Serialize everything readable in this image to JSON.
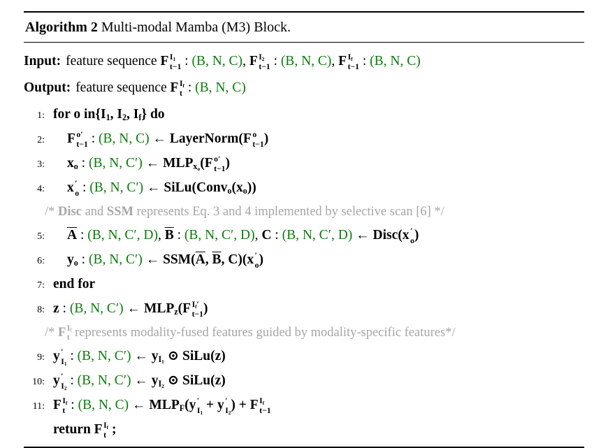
{
  "colors": {
    "green": "#0a7d0a",
    "gray": "#a6a6a6",
    "rule": "#000000"
  },
  "header": {
    "label": "Algorithm 2",
    "title": " Multi-modal Mamba (M3) Block."
  },
  "io": [
    {
      "kw": "Input:",
      "segments": [
        {
          "t": "feature sequence ",
          "c": "n"
        },
        {
          "base": "F",
          "up": "I_{1}",
          "down": "t−1",
          "c": "b"
        },
        {
          "t": " : ",
          "c": "n"
        },
        {
          "t": "(B, N, C)",
          "c": "g"
        },
        {
          "t": ", ",
          "c": "n"
        },
        {
          "base": "F",
          "up": "I_{2}",
          "down": "t−1",
          "c": "b"
        },
        {
          "t": " : ",
          "c": "n"
        },
        {
          "t": "(B, N, C)",
          "c": "g"
        },
        {
          "t": ", ",
          "c": "n"
        },
        {
          "base": "F",
          "up": "I_{f}",
          "down": "t−1",
          "c": "b"
        },
        {
          "t": " : ",
          "c": "n"
        },
        {
          "t": "(B, N, C)",
          "c": "g"
        }
      ]
    },
    {
      "kw": "Output:",
      "segments": [
        {
          "t": "feature sequence ",
          "c": "n"
        },
        {
          "base": "F",
          "up": "I_{f}",
          "down": "t",
          "c": "b"
        },
        {
          "t": " : ",
          "c": "n"
        },
        {
          "t": "(B, N, C)",
          "c": "g"
        }
      ]
    }
  ],
  "lines": [
    {
      "num": "1:",
      "indent": 0,
      "segments": [
        {
          "t": "for o in{I_{1}, I_{2}, I_{f}} do",
          "c": "b"
        }
      ]
    },
    {
      "num": "2:",
      "indent": 1,
      "segments": [
        {
          "base": "F",
          "up": "o′",
          "down": "t−1",
          "c": "b"
        },
        {
          "t": " : ",
          "c": "n"
        },
        {
          "t": "(B, N, C)",
          "c": "g"
        },
        {
          "t": " ← ",
          "c": "n"
        },
        {
          "t": "LayerNorm(",
          "c": "b"
        },
        {
          "base": "F",
          "up": "o",
          "down": "t−1",
          "c": "b"
        },
        {
          "t": ")",
          "c": "b"
        }
      ]
    },
    {
      "num": "3:",
      "indent": 1,
      "segments": [
        {
          "t": "x_{o}",
          "c": "b"
        },
        {
          "t": " : ",
          "c": "n"
        },
        {
          "t": "(B, N, C′)",
          "c": "g"
        },
        {
          "t": " ← ",
          "c": "n"
        },
        {
          "t": "MLP_{x_{o}}(",
          "c": "b"
        },
        {
          "base": "F",
          "up": "o′",
          "down": "t−1",
          "c": "b"
        },
        {
          "t": ")",
          "c": "b"
        }
      ]
    },
    {
      "num": "4:",
      "indent": 1,
      "segments": [
        {
          "base": "x",
          "up": "′",
          "down": "o",
          "c": "b"
        },
        {
          "t": " : ",
          "c": "n"
        },
        {
          "t": "(B, N, C′)",
          "c": "g"
        },
        {
          "t": " ← ",
          "c": "n"
        },
        {
          "t": "SiLu(Conv_{o}(x_{o}))",
          "c": "b"
        }
      ]
    },
    {
      "comment": true,
      "segments": [
        {
          "t": "/* ",
          "c": "gy"
        },
        {
          "t": "Disc",
          "c": "gyb"
        },
        {
          "t": " and ",
          "c": "gy"
        },
        {
          "t": "SSM",
          "c": "gyb"
        },
        {
          "t": " represents Eq. 3 and 4 implemented by selective scan [6] */",
          "c": "gy"
        }
      ]
    },
    {
      "num": "5:",
      "indent": 1,
      "segments": [
        {
          "t": "~{A}",
          "c": "b"
        },
        {
          "t": " : ",
          "c": "n"
        },
        {
          "t": "(B, N, C′, D)",
          "c": "g"
        },
        {
          "t": ", ",
          "c": "n"
        },
        {
          "t": "~{B}",
          "c": "b"
        },
        {
          "t": " : ",
          "c": "n"
        },
        {
          "t": "(B, N, C′, D)",
          "c": "g"
        },
        {
          "t": ", ",
          "c": "n"
        },
        {
          "t": "C",
          "c": "b"
        },
        {
          "t": " : ",
          "c": "n"
        },
        {
          "t": "(B, N, C′, D)",
          "c": "g"
        },
        {
          "t": " ← ",
          "c": "n"
        },
        {
          "t": "Disc(",
          "c": "b"
        },
        {
          "base": "x",
          "up": "′",
          "down": "o",
          "c": "b"
        },
        {
          "t": ")",
          "c": "b"
        }
      ]
    },
    {
      "num": "6:",
      "indent": 1,
      "segments": [
        {
          "t": "y_{o}",
          "c": "b"
        },
        {
          "t": " : ",
          "c": "n"
        },
        {
          "t": "(B, N, C′)",
          "c": "g"
        },
        {
          "t": " ← ",
          "c": "n"
        },
        {
          "t": "SSM(~{A}, ~{B}, C)(",
          "c": "b"
        },
        {
          "base": "x",
          "up": "′",
          "down": "o",
          "c": "b"
        },
        {
          "t": ")",
          "c": "b"
        }
      ]
    },
    {
      "num": "7:",
      "indent": 0,
      "segments": [
        {
          "t": "end for",
          "c": "b"
        }
      ]
    },
    {
      "num": "8:",
      "indent": 0,
      "segments": [
        {
          "t": "z",
          "c": "b"
        },
        {
          "t": " : ",
          "c": "n"
        },
        {
          "t": "(B, N, C′)",
          "c": "g"
        },
        {
          "t": " ← ",
          "c": "n"
        },
        {
          "t": "MLP_{z}(",
          "c": "b"
        },
        {
          "base": "F",
          "up": "I_{f}′",
          "down": "t−1",
          "c": "b"
        },
        {
          "t": ")",
          "c": "b"
        }
      ]
    },
    {
      "comment": true,
      "segments": [
        {
          "t": "/* ",
          "c": "gy"
        },
        {
          "base": "F",
          "up": "I_{f}",
          "down": "t",
          "c": "gyb"
        },
        {
          "t": " represents modality-fused features guided by modality-specific features*/",
          "c": "gy"
        }
      ]
    },
    {
      "num": "9:",
      "indent": 0,
      "segments": [
        {
          "base": "y",
          "up": "′",
          "down": "I_{1}",
          "c": "b"
        },
        {
          "t": " : ",
          "c": "n"
        },
        {
          "t": "(B, N, C′)",
          "c": "g"
        },
        {
          "t": " ← ",
          "c": "n"
        },
        {
          "t": "y_{I_{1}}",
          "c": "b"
        },
        {
          "t": " ⊙ ",
          "c": "b"
        },
        {
          "t": "SiLu(z)",
          "c": "b"
        }
      ]
    },
    {
      "num": "10:",
      "indent": 0,
      "segments": [
        {
          "base": "y",
          "up": "′",
          "down": "I_{2}",
          "c": "b"
        },
        {
          "t": " : ",
          "c": "n"
        },
        {
          "t": "(B, N, C′)",
          "c": "g"
        },
        {
          "t": " ← ",
          "c": "n"
        },
        {
          "t": "y_{I_{2}}",
          "c": "b"
        },
        {
          "t": " ⊙ ",
          "c": "b"
        },
        {
          "t": "SiLu(z)",
          "c": "b"
        }
      ]
    },
    {
      "num": "11:",
      "indent": 0,
      "segments": [
        {
          "base": "F",
          "up": "I_{f}",
          "down": "t",
          "c": "b"
        },
        {
          "t": " : ",
          "c": "n"
        },
        {
          "t": "(B, N, C)",
          "c": "g"
        },
        {
          "t": " ← ",
          "c": "n"
        },
        {
          "t": "MLP_{F}(",
          "c": "b"
        },
        {
          "base": "y",
          "up": "′",
          "down": "I_{1}",
          "c": "b"
        },
        {
          "t": " + ",
          "c": "b"
        },
        {
          "base": "y",
          "up": "′",
          "down": "I_{2}",
          "c": "b"
        },
        {
          "t": ") + ",
          "c": "b"
        },
        {
          "base": "F",
          "up": "I_{f}",
          "down": "t−1",
          "c": "b"
        }
      ]
    },
    {
      "ret": true,
      "indent": 0,
      "segments": [
        {
          "t": "return ",
          "c": "b"
        },
        {
          "base": "F",
          "up": "I_{f}",
          "down": "t",
          "c": "b"
        },
        {
          "t": " ;",
          "c": "b"
        }
      ]
    }
  ]
}
